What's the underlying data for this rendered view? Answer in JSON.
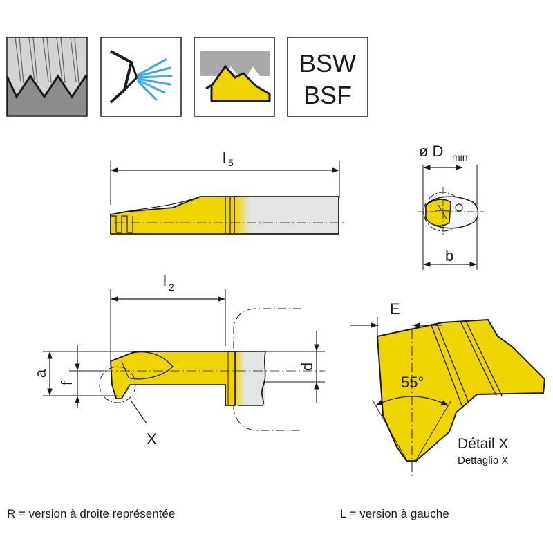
{
  "icons": {
    "thread_profile": "thread-profile-icon",
    "coolant": "internal-coolant-icon",
    "partial_profile": "partial-profile-icon",
    "standard_line1": "BSW",
    "standard_line2": "BSF"
  },
  "dimensions": {
    "l5_main": "l",
    "l5_sub": "5",
    "d_min_prefix": "ø D",
    "d_min_sub": "min",
    "b": "b",
    "l2_main": "l",
    "l2_sub": "2",
    "a": "a",
    "f": "f",
    "d": "d",
    "x": "X",
    "e": "E",
    "angle": "55°"
  },
  "detail": {
    "title": "Détail X",
    "subtitle": "Dettaglio X"
  },
  "footer": {
    "right_version": "R = version à droite représentée",
    "left_version": "L = version à gauche"
  },
  "colors": {
    "insert_yellow": "#f0d400",
    "shank_grey": "#d9d9d9",
    "outline": "#1a1a1a",
    "coolant_blue": "#3fa7e6"
  }
}
